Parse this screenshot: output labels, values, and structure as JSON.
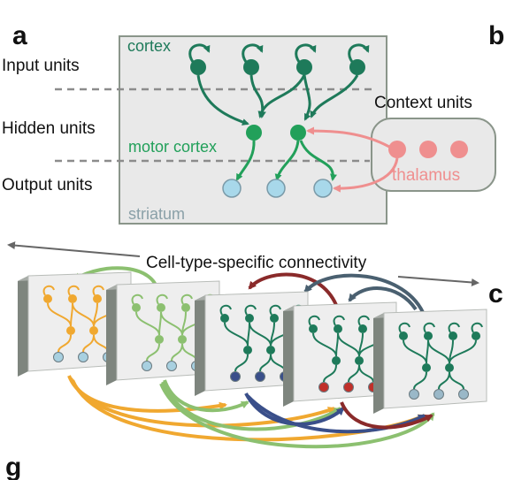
{
  "panel_letters": {
    "a": "a",
    "b": "b",
    "c": "c",
    "g": "g"
  },
  "layer_labels": {
    "input": "Input units",
    "hidden": "Hidden units",
    "output": "Output units",
    "context": "Context units"
  },
  "region_labels": {
    "cortex": "cortex",
    "motor_cortex": "motor cortex",
    "striatum": "striatum",
    "thalamus": "thalamus"
  },
  "connectivity_label": "Cell-type-specific connectivity",
  "colors": {
    "cortex_green": "#1e7a5a",
    "motor_green": "#22a05a",
    "striatum_blue": "#a8d8ea",
    "thalamus_pink": "#ef8f8f",
    "panel_bg": "#e8e8e8",
    "panel_border": "#8a8f8a",
    "orange": "#f0a830",
    "light_green": "#8cc070",
    "slate": "#4a6070",
    "dark_red": "#8a2a2a",
    "navy": "#3a4f8a"
  }
}
